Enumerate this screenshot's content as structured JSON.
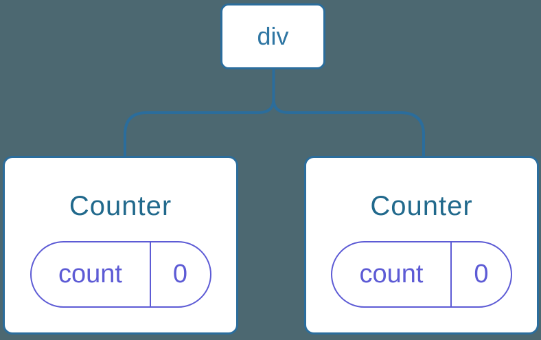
{
  "diagram": {
    "colors": {
      "background": "#4C6871",
      "node_fill": "#FFFFFF",
      "tree_stroke_blue": "#2B6D9C",
      "root_label_blue": "#2F76A3",
      "component_title_blue": "#21698C",
      "state_purple": "#5D5BD5"
    },
    "root_node": {
      "label": "div"
    },
    "components": [
      {
        "title": "Counter",
        "state": {
          "key": "count",
          "value": "0"
        }
      },
      {
        "title": "Counter",
        "state": {
          "key": "count",
          "value": "0"
        }
      }
    ]
  }
}
